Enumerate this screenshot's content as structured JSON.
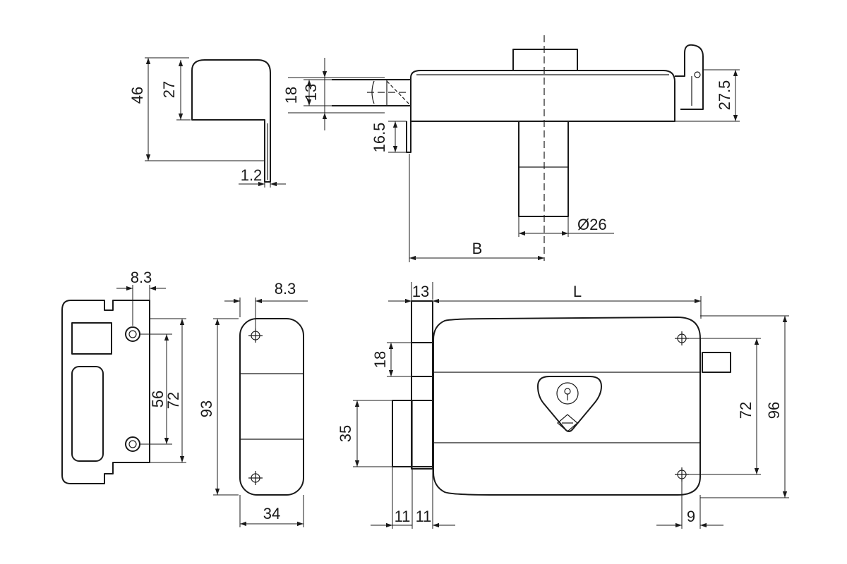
{
  "dimensions": {
    "strike_height": "46",
    "strike_inner_height": "27",
    "strike_thickness": "1.2",
    "bolt_height_outer": "18",
    "bolt_height_inner": "13",
    "bolt_offset": "16.5",
    "hook_height": "27.5",
    "cylinder_diameter": "Ø26",
    "backset": "B",
    "plate_offset_top": "8.3",
    "plate_hole_spacing_inner": "56",
    "plate_hole_spacing_outer": "72",
    "keeper_offset_top": "8.3",
    "keeper_height": "93",
    "keeper_width": "34",
    "bolt_thickness": "13",
    "lock_length": "L",
    "latch_height": "18",
    "deadbolt_height": "35",
    "deadbolt_width_a": "11",
    "deadbolt_width_b": "11",
    "mount_hole_spacing": "72",
    "lock_height": "96",
    "hole_edge_offset": "9"
  }
}
